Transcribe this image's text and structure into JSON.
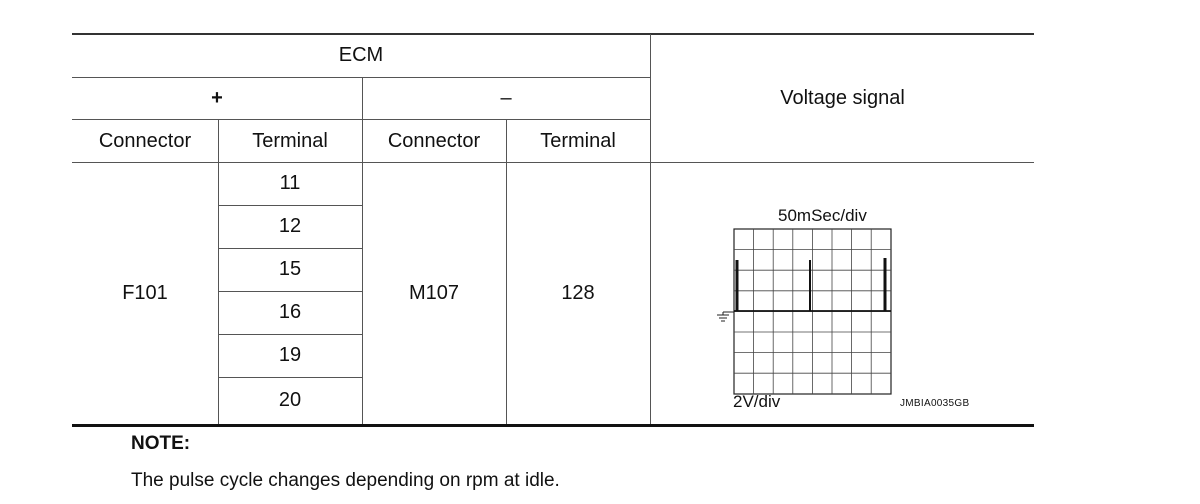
{
  "table": {
    "ecm_header": "ECM",
    "plus_header": "+",
    "minus_header": "–",
    "voltage_header": "Voltage signal",
    "sub_headers": {
      "plus_connector": "Connector",
      "plus_terminal": "Terminal",
      "minus_connector": "Connector",
      "minus_terminal": "Terminal"
    },
    "plus_connector_value": "F101",
    "plus_terminals": [
      "11",
      "12",
      "15",
      "16",
      "19",
      "20"
    ],
    "minus_connector_value": "M107",
    "minus_terminal_value": "128"
  },
  "scope": {
    "time_scale": "50mSec/div",
    "volt_scale": "2V/div",
    "image_code": "JMBIA0035GB"
  },
  "note": {
    "title": "NOTE:",
    "text": "The pulse cycle changes depending on rpm at idle."
  }
}
